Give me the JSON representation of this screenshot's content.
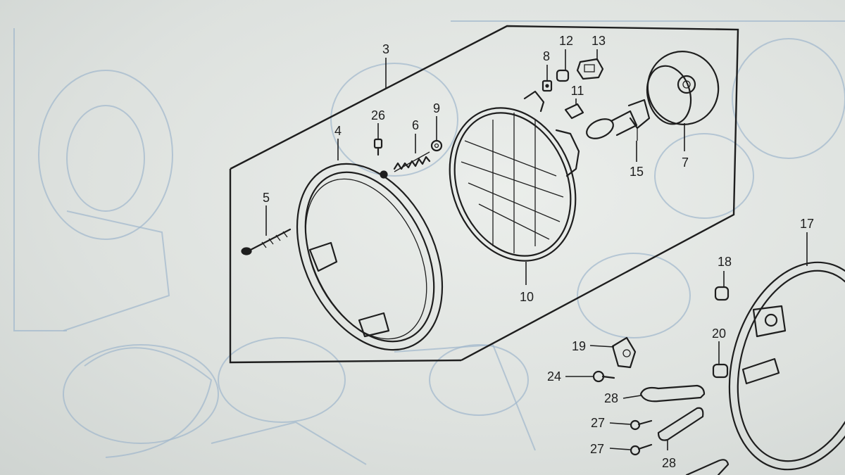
{
  "diagram": {
    "labels": {
      "p3": "3",
      "p4": "4",
      "p5": "5",
      "p6": "6",
      "p7": "7",
      "p8": "8",
      "p9": "9",
      "p10": "10",
      "p11": "11",
      "p12": "12",
      "p13": "13",
      "p15": "15",
      "p17": "17",
      "p18": "18",
      "p19": "19",
      "p20": "20",
      "p24": "24",
      "p26": "26",
      "p27a": "27",
      "p27b": "27",
      "p28a": "28",
      "p28b": "28"
    },
    "colors": {
      "ink": "#1e1e1e",
      "ghost_print": "#9fb6cc",
      "paper": "#e3e6e3"
    }
  }
}
